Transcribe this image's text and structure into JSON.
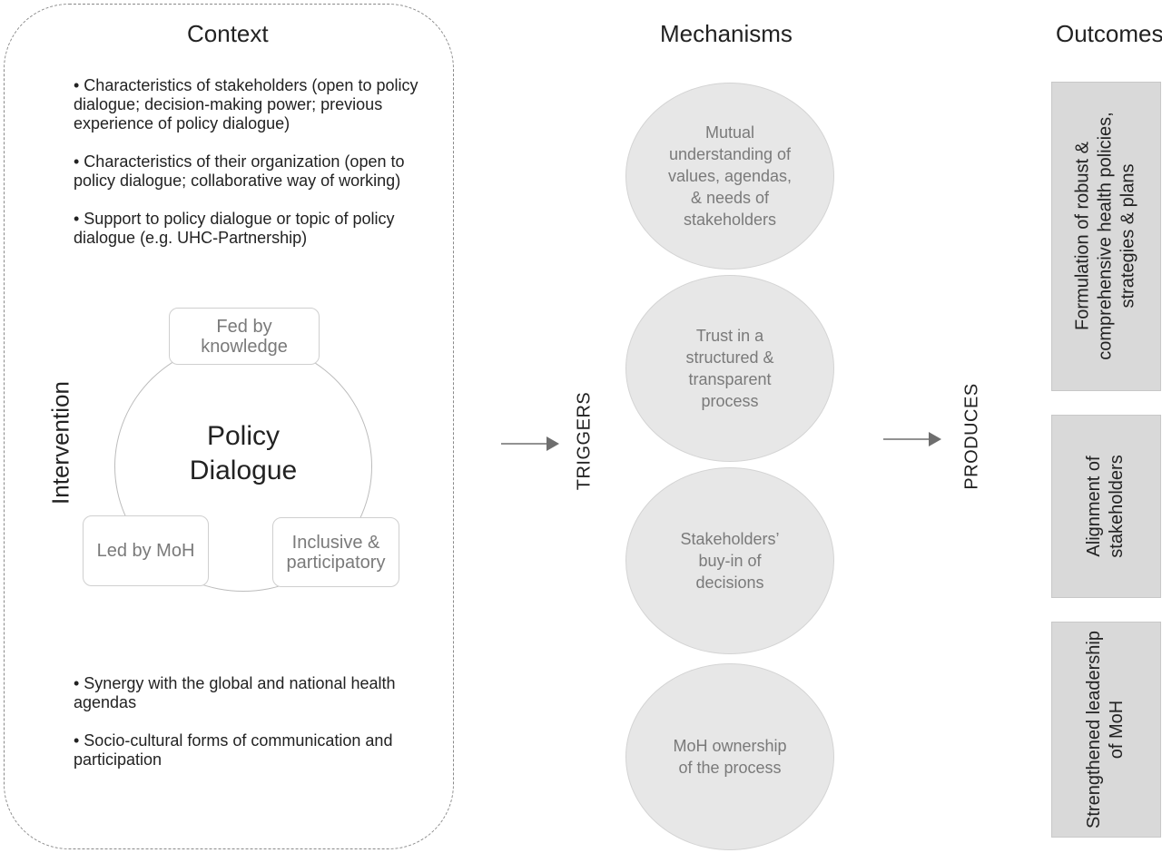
{
  "headings": {
    "context": "Context",
    "mechanisms": "Mechanisms",
    "outcomes": "Outcomes"
  },
  "context": {
    "bullets_top": [
      "• Characteristics of stakeholders (open to policy dialogue; decision-making power; previous experience of policy dialogue)",
      "• Characteristics of their organization (open to policy dialogue; collaborative way of working)",
      "• Support to policy dialogue or topic of policy dialogue (e.g. UHC-Partnership)"
    ],
    "bullets_bottom": [
      "• Synergy with the global and national health agendas",
      "• Socio-cultural forms of communication and participation"
    ]
  },
  "intervention": {
    "label": "Intervention",
    "center": "Policy Dialogue",
    "features": [
      "Fed by knowledge",
      "Led by MoH",
      "Inclusive & participatory"
    ]
  },
  "links": {
    "triggers": "TRIGGERS",
    "produces": "PRODUCES"
  },
  "mechanisms": [
    "Mutual understanding of values, agendas, & needs of stakeholders",
    "Trust in a structured & transparent process",
    "Stakeholders’ buy-in of decisions",
    "MoH ownership of the process"
  ],
  "outcomes": [
    "Formulation of robust & comprehensive health policies, strategies & plans",
    "Alignment of stakeholders",
    "Strengthened leadership of MoH"
  ],
  "colors": {
    "panel_border": "#8a8a8a",
    "mechanism_fill": "#e7e7e7",
    "outcome_fill": "#d9d9d9",
    "muted_text": "#7a7a7a",
    "arrow": "#6e6e6e"
  }
}
